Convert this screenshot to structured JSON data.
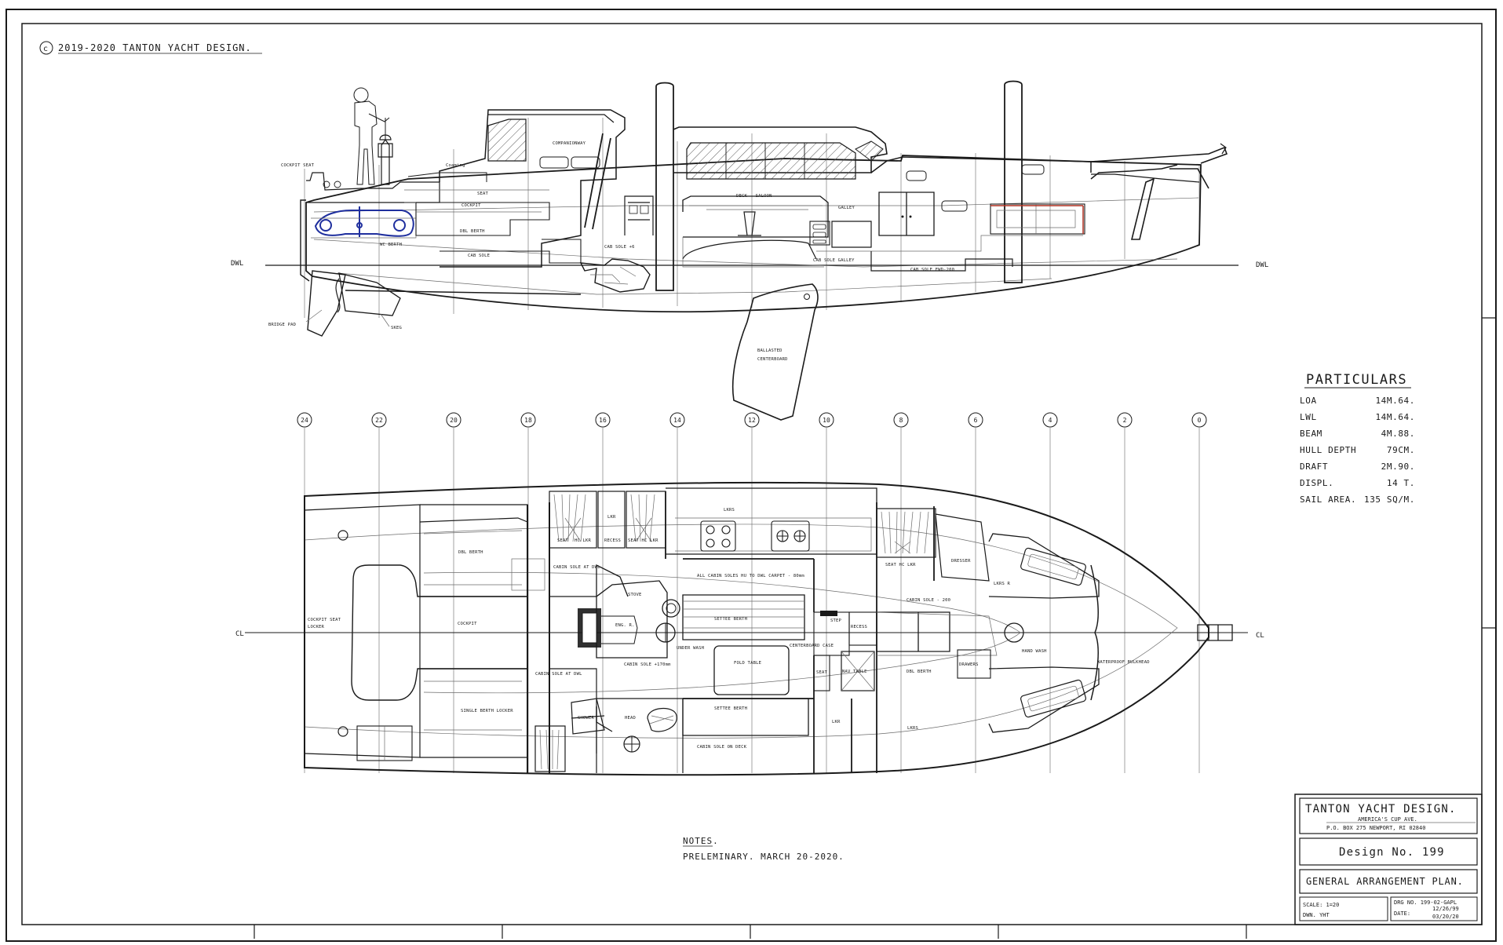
{
  "copyright": "2019-2020 TANTON YACHT DESIGN.",
  "copyright_symbol": "c",
  "profile_labels": {
    "dwl_left": "DWL",
    "dwl_right": "DWL",
    "cockpit_seat": "COCKPIT SEAT",
    "coaming": "Coaming",
    "seat": "SEAT",
    "cockpit": "COCKPIT",
    "dbl_berth": "DBL BERTH",
    "wc_berth": "WC BERTH",
    "cab_sole": "CAB SOLE",
    "companionway": "COMPANIONWAY",
    "cab_sole_2": "CAB SOLE +6",
    "deck_saloon": "DECK - SALOON",
    "galley": "GALLEY",
    "cab_sole_galley": "CAB SOLE GALLEY",
    "cab_sole_fwd": "CAB SOLE FWD-200",
    "bridge_pad": "BRIDGE PAD",
    "skeg": "SKEG",
    "ballasted_centerboard_1": "BALLASTED",
    "ballasted_centerboard_2": "CENTERBOARD"
  },
  "stations": [
    "24",
    "22",
    "20",
    "18",
    "16",
    "14",
    "12",
    "10",
    "8",
    "6",
    "4",
    "2",
    "0"
  ],
  "plan_labels": {
    "cl_left": "CL",
    "cl_right": "CL",
    "dbl_berth_aft": "DBL BERTH",
    "cockpit_seat_lazarette_1": "COCKPIT SEAT",
    "cockpit_seat_lazarette_2": "LOCKER",
    "cockpit": "COCKPIT",
    "single_berth": "SINGLE BERTH LOCKER",
    "cabin_sole_aft_top": "CABIN SOLE AT DWL",
    "cabin_sole_aft_bot": "CABIN SOLE AT DWL",
    "seat_hc_1": "SEAT",
    "hc_lkr": "HC LKR",
    "lkr": "LKR",
    "recess": "RECESS",
    "seat_hc_2": "SEAT HC LKR",
    "lkrs": "LKRS",
    "all_cabin_soles": "ALL CABIN SOLES HU TO DWL CARPET - 80mm",
    "stove": "STOVE",
    "eng": "ENG. R.",
    "settee_berth_top": "SETTEE BERTH",
    "settee_berth_bot": "SETTEE BERTH",
    "fold_table": "FOLD TABLE",
    "under_wash": "UNDER WASH",
    "cabin_sole_mid": "CABIN SOLE +170mm",
    "shower": "SHOWER",
    "head": "HEAD",
    "cabin_sole_on_deck": "CABIN SOLE ON DECK",
    "step": "STEP",
    "recess_2": "RECESS",
    "centerboard_case": "CENTERBOARD CASE",
    "seat_2": "SEAT",
    "nav_table": "NAV TABLE",
    "lkr_2": "LKR",
    "seat_hc_lkr_fwd": "SEAT HC LKR",
    "dresser": "DRESSER",
    "lkrs_fwd": "LKRS R",
    "cabin_sole_fwd": "CABIN SOLE - 200",
    "dbl_berth_fwd": "DBL BERTH",
    "drawers": "DRAWERS",
    "hand_wash": "HAND WASH",
    "waterproof_bulkhead": "WATERPROOF BULKHEAD",
    "lkrs_bottom": "LKRS"
  },
  "particulars": {
    "title": "PARTICULARS",
    "rows": [
      {
        "label": "LOA",
        "value": "14M.64."
      },
      {
        "label": "LWL",
        "value": "14M.64."
      },
      {
        "label": "BEAM",
        "value": "4M.88."
      },
      {
        "label": "HULL DEPTH",
        "value": "79CM."
      },
      {
        "label": "DRAFT",
        "value": "2M.90."
      },
      {
        "label": "DISPL.",
        "value": "14 T."
      },
      {
        "label": "SAIL AREA.",
        "value": "135 SQ/M."
      }
    ]
  },
  "notes": {
    "heading": "NOTES.",
    "text": "PRELEMINARY. MARCH 20-2020."
  },
  "title_block": {
    "firm": "TANTON YACHT DESIGN.",
    "address_1": "AMERICA'S CUP AVE.",
    "address_2": "P.O. BOX 275 NEWPORT, RI 02840",
    "design_no": "Design No. 199",
    "plan_title": "GENERAL ARRANGEMENT PLAN.",
    "scale": "SCALE: 1=20",
    "drawn": "DWN. YHT",
    "drg_no": "DRG NO. 199-02-GAPL",
    "date_label": "DATE:",
    "date_1": "12/26/99",
    "date_2": "03/20/20"
  },
  "colors": {
    "ink": "#1a1a1a",
    "propeller_blue": "#1f2f9e",
    "door_red": "#b03020"
  }
}
